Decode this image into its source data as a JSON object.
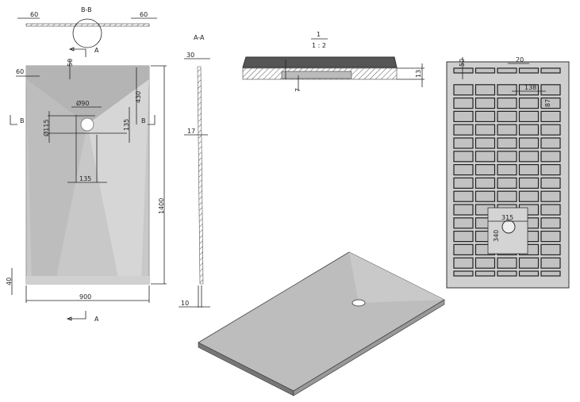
{
  "section_bb": {
    "title": "B-B",
    "dim_left": "60",
    "dim_right": "60"
  },
  "plan_view": {
    "section_a_top": "A",
    "section_a_bottom": "A",
    "section_b_left": "B",
    "section_b_right": "B",
    "dim_top_offset": "50",
    "dim_left_offset": "60",
    "dim_drain_diameter": "Ø90",
    "dim_outer_diameter": "Ø115",
    "dim_drain_right": "135",
    "dim_drain_top": "430",
    "dim_drain_bottom": "135",
    "dim_length": "1400",
    "dim_width": "900",
    "dim_bottom_offset": "40"
  },
  "section_aa": {
    "title": "A-A",
    "dim_top": "30",
    "dim_mid": "17",
    "dim_bottom": "10"
  },
  "detail": {
    "label": "1",
    "scale": "1 : 2",
    "dim_height": "13",
    "dim_depth": "7"
  },
  "underside": {
    "dim_edge": "50",
    "dim_rib": "20",
    "dim_cell": "138",
    "dim_slope": "87",
    "dim_square_w": "315",
    "dim_square_h": "340"
  },
  "colors": {
    "tray": "#c8c8c8",
    "tray_dark": "#a9a9a9",
    "line": "#222222"
  }
}
